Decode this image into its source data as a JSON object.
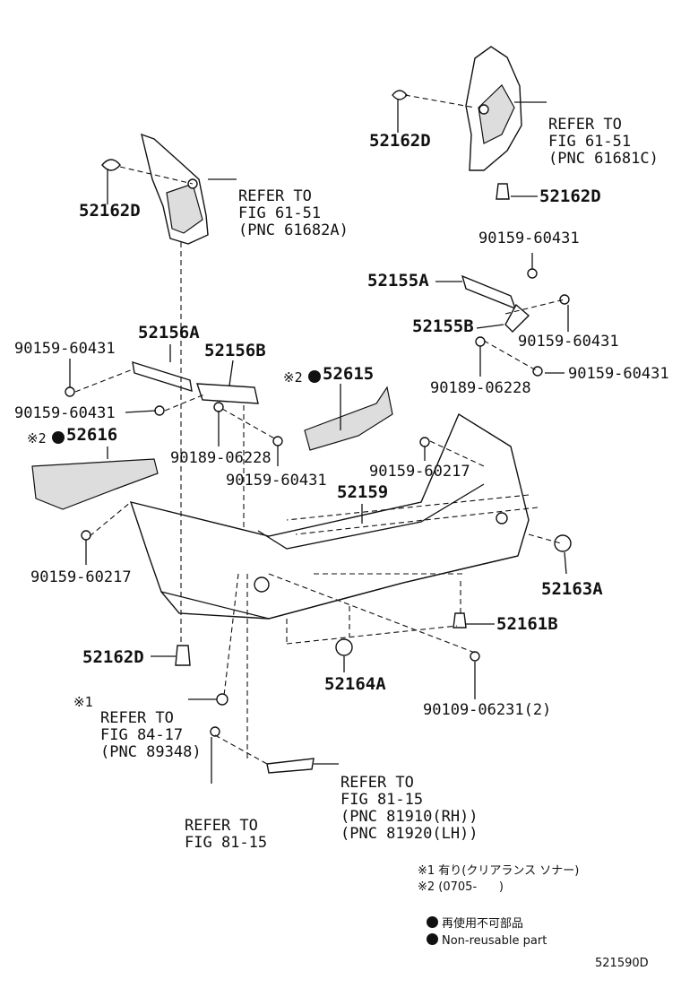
{
  "labels": {
    "refer_61681c": [
      "REFER TO",
      "FIG 61-51",
      "(PNC 61681C)"
    ],
    "refer_61682a": [
      "REFER TO",
      "FIG 61-51",
      "(PNC 61682A)"
    ],
    "refer_84_17": [
      "REFER TO",
      "FIG 84-17",
      "(PNC 89348)"
    ],
    "refer_81_15_a": [
      "REFER TO",
      "FIG 81-15",
      "(PNC 81910(RH))",
      "(PNC 81920(LH))"
    ],
    "refer_81_15_b": [
      "REFER TO",
      "FIG 81-15"
    ],
    "mark1": "※1",
    "mark2": "※2",
    "p_52162d_a": "52162D",
    "p_52162d_b": "52162D",
    "p_52162d_c": "52162D",
    "p_52162d_d": "52162D",
    "p_90159_60431_a": "90159-60431",
    "p_90159_60431_b": "90159-60431",
    "p_90159_60431_c": "90159-60431",
    "p_90159_60431_d": "90159-60431",
    "p_90159_60431_e": "90159-60431",
    "p_90159_60431_f": "90159-60431",
    "p_52155a": "52155A",
    "p_52155b": "52155B",
    "p_90189_06228_a": "90189-06228",
    "p_90189_06228_b": "90189-06228",
    "p_52156a": "52156A",
    "p_52156b": "52156B",
    "p_52615": "52615",
    "p_52616": "52616",
    "p_90159_60217_a": "90159-60217",
    "p_90159_60217_b": "90159-60217",
    "p_52159": "52159",
    "p_52163a": "52163A",
    "p_52161b": "52161B",
    "p_52164a": "52164A",
    "p_90109_06231": "90109-06231(2)"
  },
  "notes": {
    "note1": "※1 有り(クリアランス ソナー)",
    "note2": "※2 (0705-      )",
    "legend_jp": "再使用不可部品",
    "legend_en": "Non-reusable part"
  },
  "figure_id": "521590D"
}
